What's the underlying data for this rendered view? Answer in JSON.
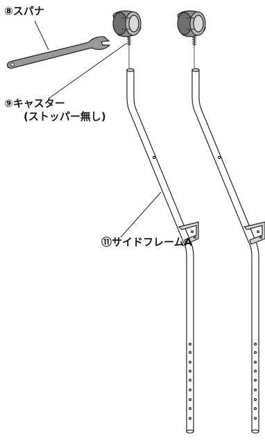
{
  "labels": {
    "wrench": "⑧スパナ",
    "caster_line1": "⑨キャスター",
    "caster_line2": "(ストッパー無し)",
    "side_frame": "⑪サイドフレームA"
  }
}
